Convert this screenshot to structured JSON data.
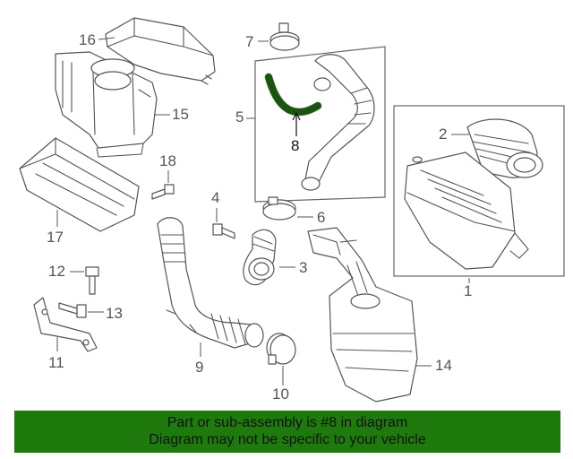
{
  "callouts": {
    "c1": "1",
    "c2": "2",
    "c3": "3",
    "c4": "4",
    "c5": "5",
    "c6": "6",
    "c7": "7",
    "c8": "8",
    "c9": "9",
    "c10": "10",
    "c11": "11",
    "c12": "12",
    "c13": "13",
    "c14": "14",
    "c15": "15",
    "c16": "16",
    "c17": "17",
    "c18": "18"
  },
  "highlight": {
    "part": "8",
    "color": "#1f7a0e"
  },
  "banner": {
    "line1": "Part or sub-assembly is #8 in diagram",
    "line2": "Diagram may not be specific to your vehicle",
    "background": "#1f7a0e"
  }
}
